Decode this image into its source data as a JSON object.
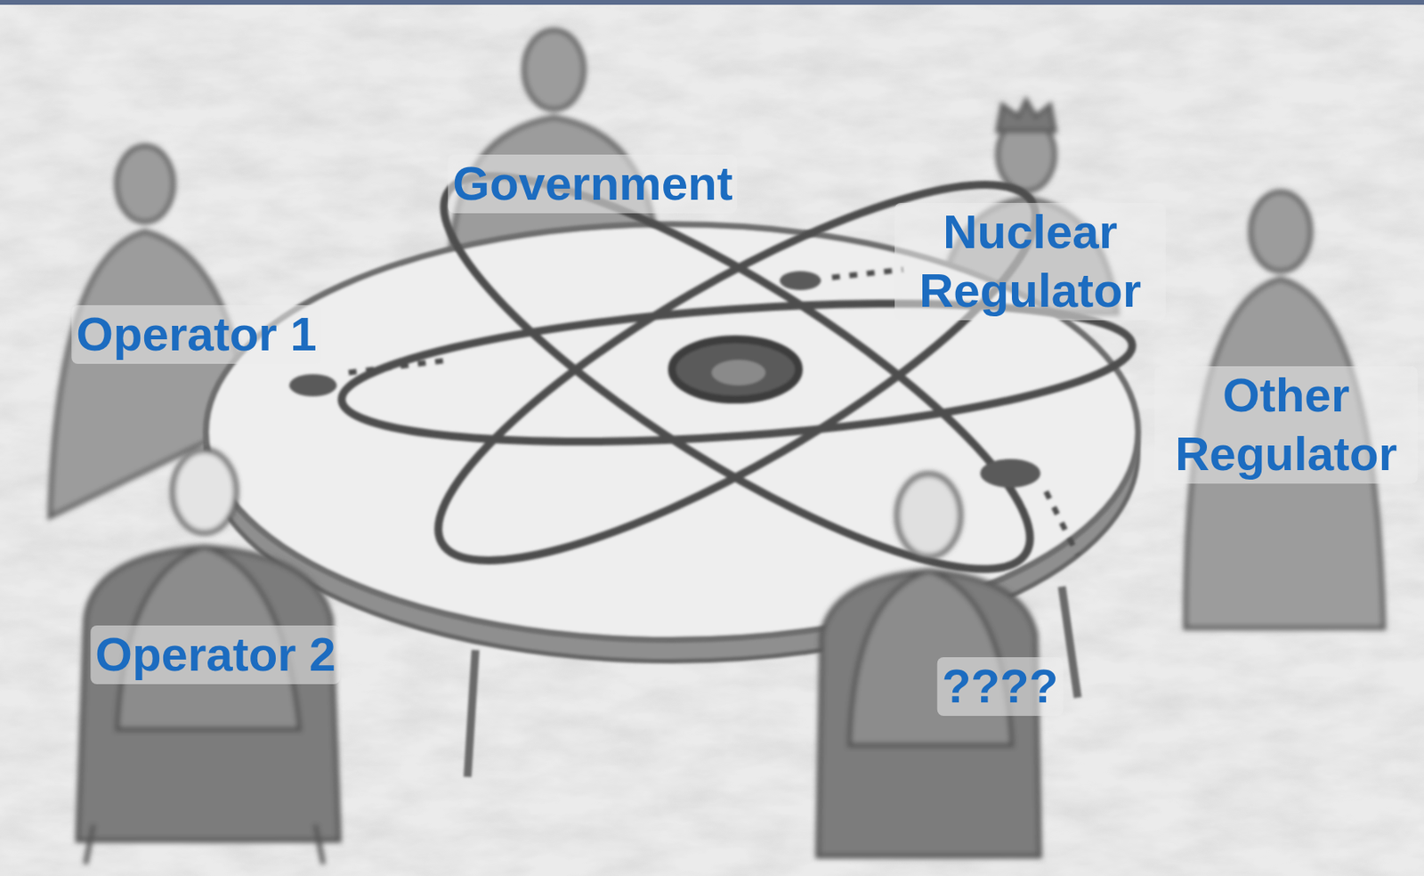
{
  "diagram": {
    "labels": [
      "Government",
      "Nuclear Regulator",
      "Operator 1",
      "Other Regulator",
      "Operator 2",
      "????"
    ]
  }
}
